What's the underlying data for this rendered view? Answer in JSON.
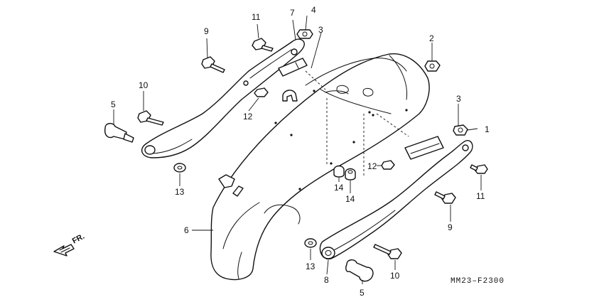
{
  "diagram": {
    "code": "MM23–F2300",
    "direction_label": "FR.",
    "callouts": {
      "c1": "1",
      "c2": "2",
      "c3a": "3",
      "c3b": "3",
      "c4": "4",
      "c5a": "5",
      "c5b": "5",
      "c6": "6",
      "c7": "7",
      "c8": "8",
      "c9a": "9",
      "c9b": "9",
      "c10a": "10",
      "c10b": "10",
      "c11a": "11",
      "c11b": "11",
      "c12a": "12",
      "c12b": "12",
      "c13a": "13",
      "c13b": "13",
      "c14a": "14",
      "c14b": "14"
    }
  }
}
